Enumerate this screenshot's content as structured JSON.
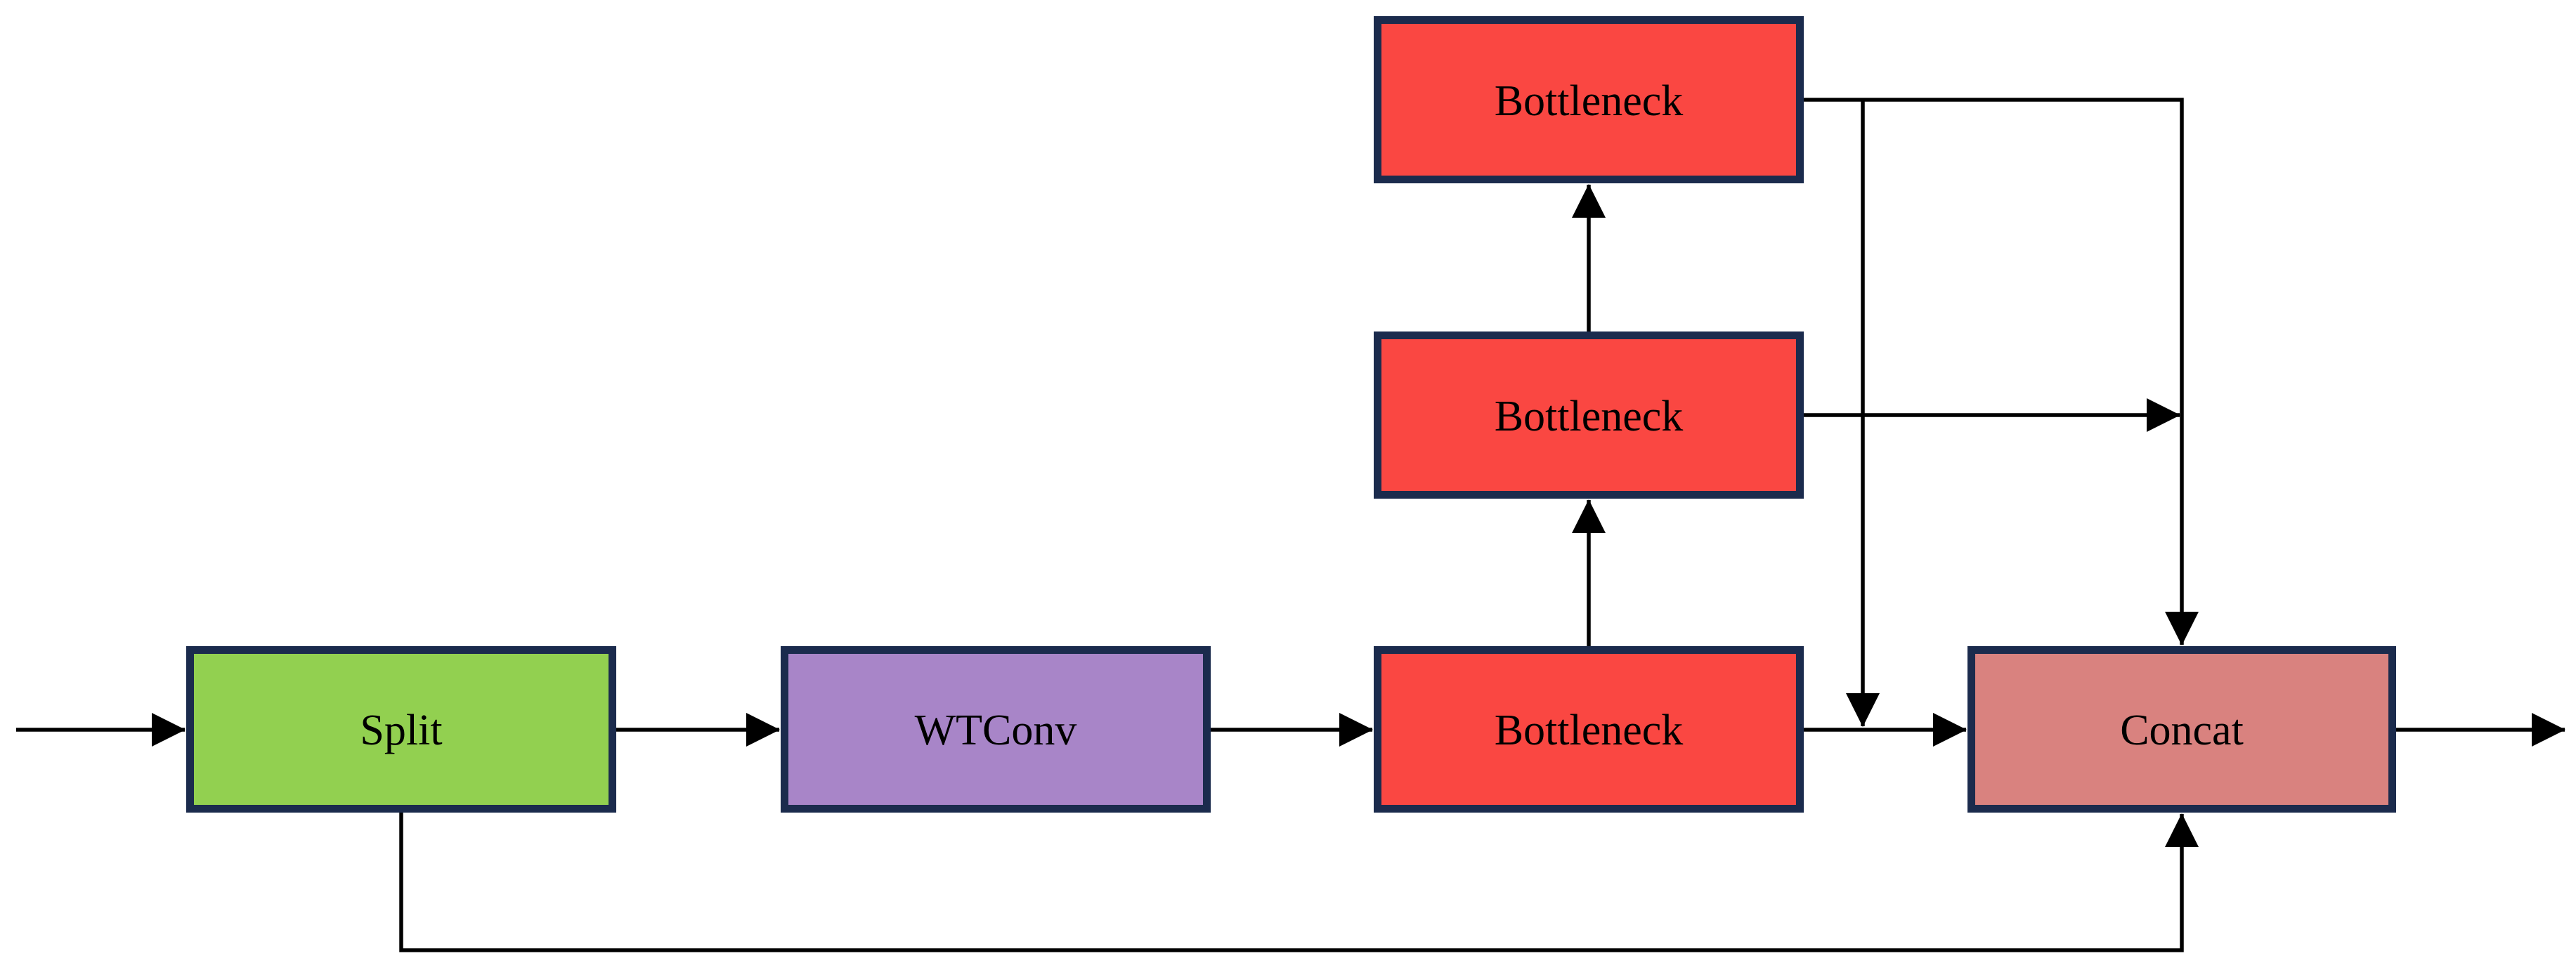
{
  "diagram": {
    "background": "#ffffff",
    "line_color": "#000000",
    "border_color": "#1b2b4d",
    "text_color": "#000000",
    "nodes": {
      "split": {
        "label": "Split",
        "fill": "#92d050"
      },
      "wtconv": {
        "label": "WTConv",
        "fill": "#a885c8"
      },
      "bottleneck_bottom": {
        "label": "Bottleneck",
        "fill": "#fa4742"
      },
      "bottleneck_middle": {
        "label": "Bottleneck",
        "fill": "#fa4742"
      },
      "bottleneck_top": {
        "label": "Bottleneck",
        "fill": "#fa4742"
      },
      "concat": {
        "label": "Concat",
        "fill": "#d9827f"
      }
    },
    "edges": [
      {
        "from": "input",
        "to": "split"
      },
      {
        "from": "split",
        "to": "wtconv"
      },
      {
        "from": "wtconv",
        "to": "bottleneck_bottom"
      },
      {
        "from": "bottleneck_bottom",
        "to": "bottleneck_middle"
      },
      {
        "from": "bottleneck_middle",
        "to": "bottleneck_top"
      },
      {
        "from": "bottleneck_bottom",
        "to": "concat"
      },
      {
        "from": "bottleneck_top",
        "to": "concat_top"
      },
      {
        "from": "bottleneck_top",
        "to": "bottleneck_concat_line"
      },
      {
        "from": "bottleneck_middle",
        "to": "concat_top_vertical"
      },
      {
        "from": "split",
        "to": "concat_bottom"
      },
      {
        "from": "concat",
        "to": "output"
      }
    ]
  }
}
